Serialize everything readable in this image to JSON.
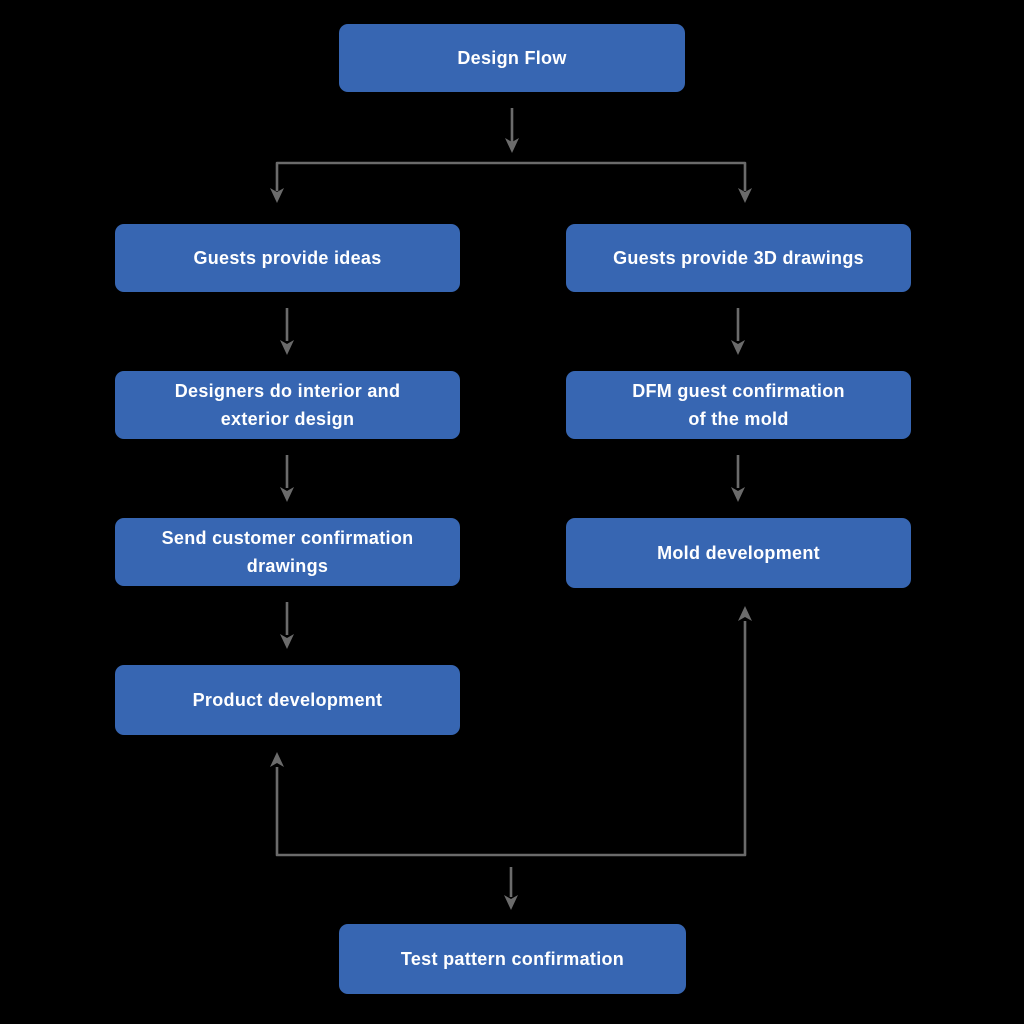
{
  "diagram": {
    "title": "Design Flow",
    "colors": {
      "background": "#000000",
      "node_fill": "#3766b2",
      "node_text": "#ffffff",
      "connector": "#6b6b6b"
    },
    "nodes": {
      "design_flow": {
        "label": "Design Flow"
      },
      "guests_ideas": {
        "label": "Guests provide ideas"
      },
      "designers_design": {
        "label": "Designers do interior and\nexterior design"
      },
      "send_confirmation": {
        "label": "Send customer confirmation\ndrawings"
      },
      "product_dev": {
        "label": "Product development"
      },
      "guests_3d": {
        "label": "Guests provide 3D drawings"
      },
      "dfm_confirmation": {
        "label": "DFM guest confirmation\nof the mold"
      },
      "mold_dev": {
        "label": "Mold development"
      },
      "test_pattern": {
        "label": "Test pattern confirmation"
      }
    },
    "edges": [
      {
        "from": "design_flow",
        "to": "guests_ideas"
      },
      {
        "from": "design_flow",
        "to": "guests_3d"
      },
      {
        "from": "guests_ideas",
        "to": "designers_design"
      },
      {
        "from": "designers_design",
        "to": "send_confirmation"
      },
      {
        "from": "send_confirmation",
        "to": "product_dev"
      },
      {
        "from": "guests_3d",
        "to": "dfm_confirmation"
      },
      {
        "from": "dfm_confirmation",
        "to": "mold_dev"
      },
      {
        "from": "test_pattern",
        "to": "product_dev"
      },
      {
        "from": "test_pattern",
        "to": "mold_dev"
      }
    ]
  }
}
